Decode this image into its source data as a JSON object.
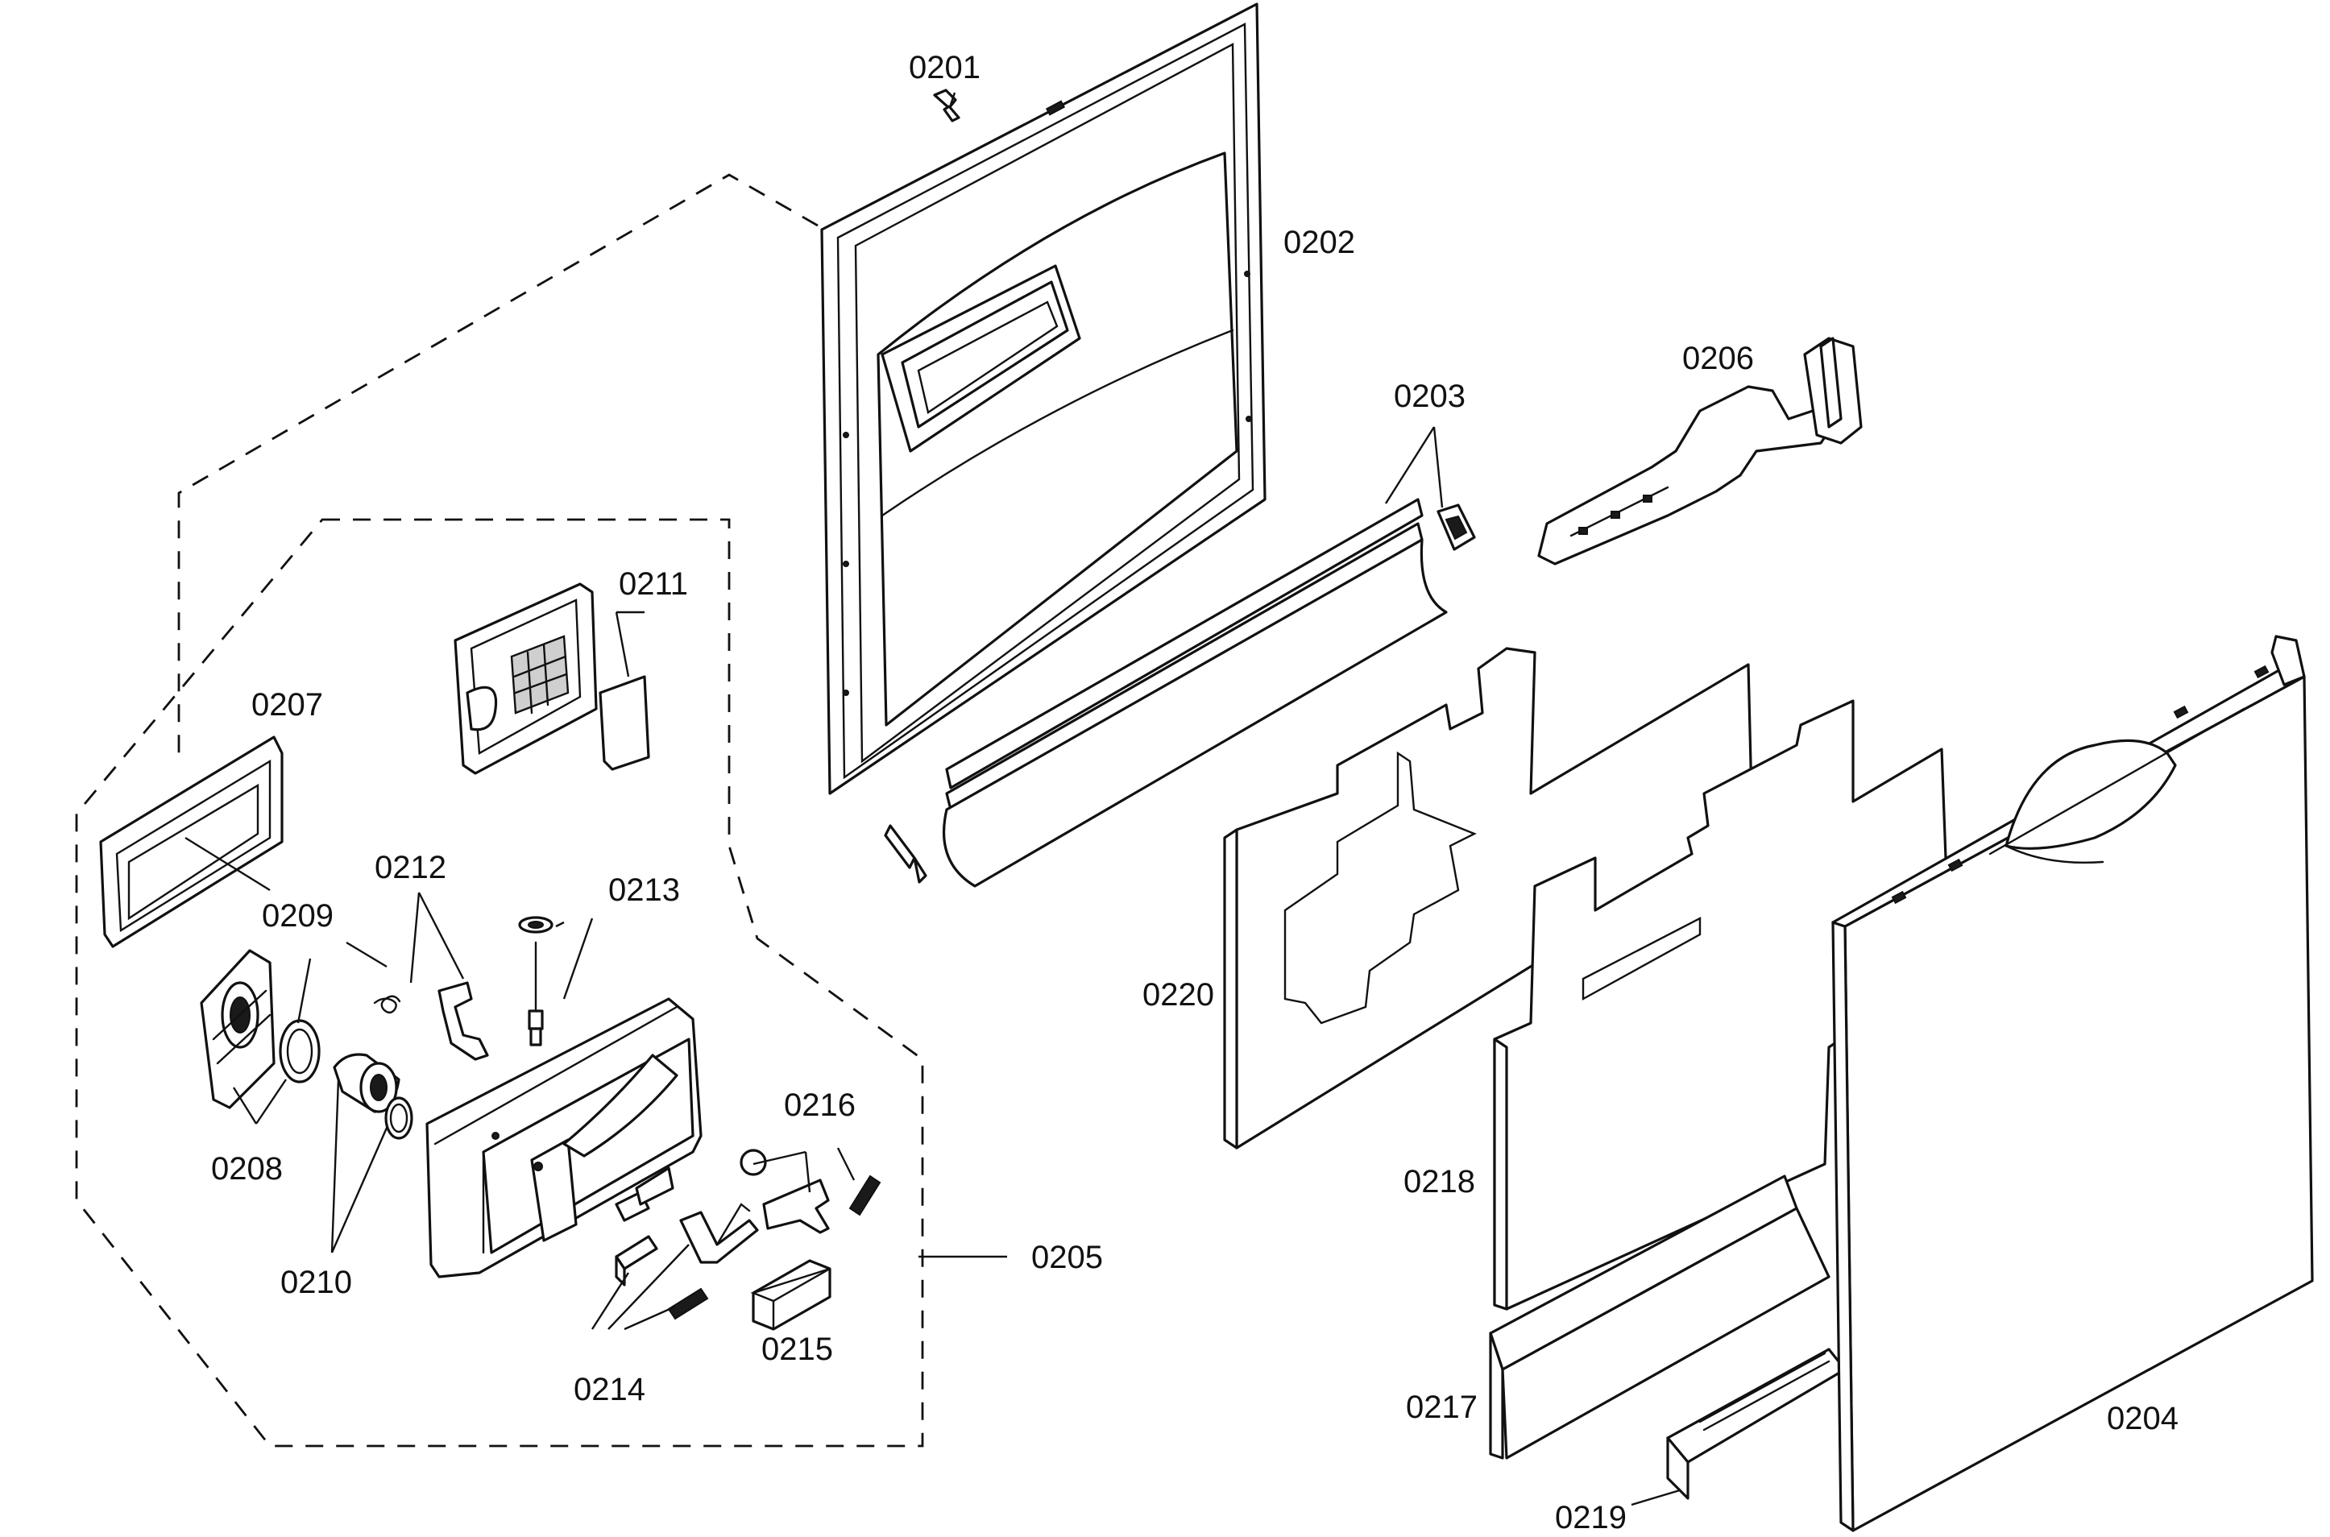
{
  "labels": {
    "p0201": "0201",
    "p0202": "0202",
    "p0203": "0203",
    "p0204": "0204",
    "p0205": "0205",
    "p0206": "0206",
    "p0207": "0207",
    "p0208": "0208",
    "p0209": "0209",
    "p0210": "0210",
    "p0211": "0211",
    "p0212": "0212",
    "p0213": "0213",
    "p0214": "0214",
    "p0215": "0215",
    "p0216": "0216",
    "p0217": "0217",
    "p0218": "0218",
    "p0219": "0219",
    "p0220": "0220"
  }
}
